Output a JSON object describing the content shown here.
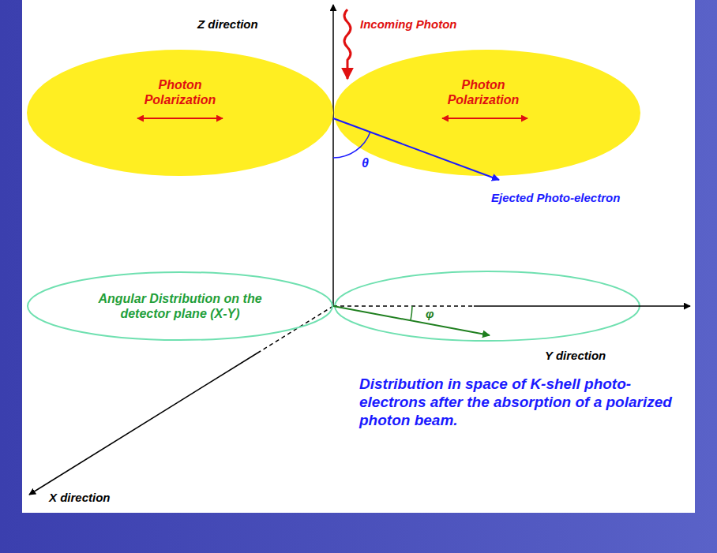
{
  "diagram": {
    "caption": "Distribution in space of K-shell photo-electrons after the absorption of a polarized photon beam.",
    "nodes": [
      {
        "text": [
          "Photon Polarization"
        ]
      },
      {
        "text": [
          "Photon Polarization"
        ]
      },
      {
        "text": [
          "Angular Distribution on the detector plane (X-Y)"
        ]
      }
    ],
    "labels": [
      "Z direction",
      "Incoming Photon",
      "θ",
      "Ejected Photo-electron",
      "φ",
      "Y direction",
      "X direction"
    ]
  }
}
